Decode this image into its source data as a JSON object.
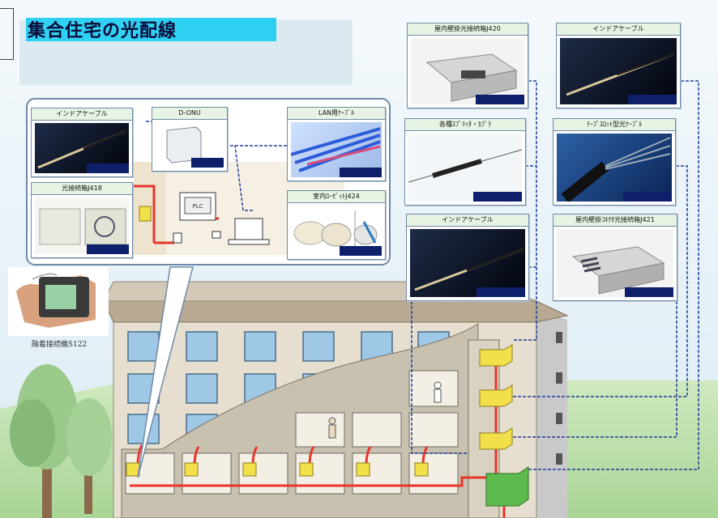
{
  "title": "集合住宅の光配線",
  "fusion_caption": "融着接続機S122",
  "panels": {
    "j420": "屋内壁掛光接続箱J420",
    "indoor_cable_top": "インドアケーブル",
    "splitter": "各種ｽﾌﾟﾘｯﾀ・ｶﾌﾟﾗ",
    "tape_slot": "ﾃｰﾌﾟｽﾛｯﾄ型光ｹｰﾌﾞﾙ",
    "indoor_cable_mid": "インドアケーブル",
    "j421": "屋内壁掛ｺﾈｸﾀ光接続箱J421",
    "indoor_cable_room": "インドアケーブル",
    "d_onu": "D-ONU",
    "lan_cable": "LAN用ｹｰﾌﾞﾙ",
    "j418": "光接続箱J418",
    "j424": "室内ﾛｰｾﾞｯﾄJ424"
  },
  "device_label": "PLC",
  "colors": {
    "fiber_red": "#e8352b",
    "link_blue": "#1f3f9a",
    "box_yellow": "#f2e04a",
    "box_green": "#5dbb4d",
    "navy_tag": "#0e1f6b",
    "title_cyan": "#2fd1f3"
  }
}
